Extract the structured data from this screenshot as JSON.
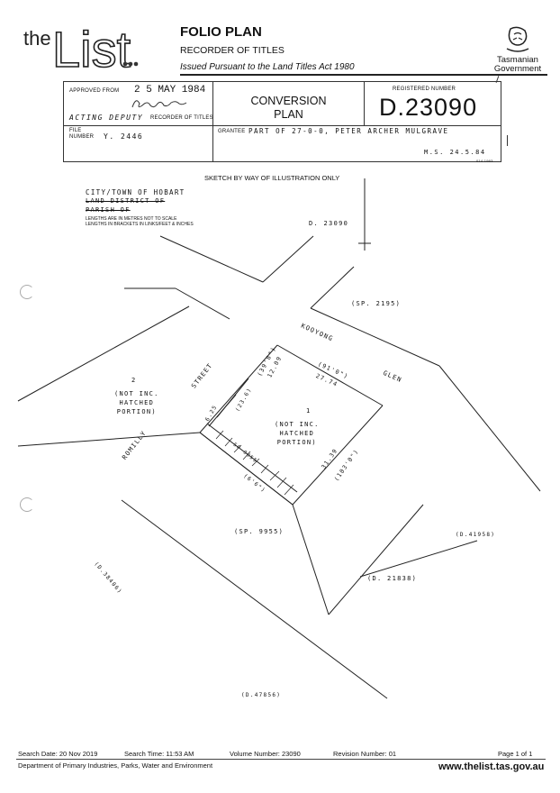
{
  "header": {
    "logo_text": "the List",
    "title": "FOLIO PLAN",
    "subtitle": "RECORDER OF TITLES",
    "issued": "Issued Pursuant to the Land Titles Act 1980",
    "gov_line1": "Tasmanian",
    "gov_line2": "Government"
  },
  "form": {
    "approved_label": "APPROVED FROM",
    "approved_date": "2 5 MAY 1984",
    "signature": "B Brook",
    "acting_deputy": "ACTING DEPUTY",
    "recorder_label": "RECORDER OF TITLES",
    "file_label_1": "FILE",
    "file_label_2": "NUMBER",
    "file_number": "Y. 2446",
    "conversion_1": "CONVERSION",
    "conversion_2": "PLAN",
    "registered_label": "REGISTERED NUMBER",
    "registered_number": "D.23090",
    "grantee_label": "GRANTEE",
    "grantee": "PART OF 27-0-0, PETER ARCHER MULGRAVE",
    "ms": "M.S.  24.5.84",
    "code": "014-1993"
  },
  "plan": {
    "sketch_note": "SKETCH BY WAY OF ILLUSTRATION ONLY",
    "city_line": "CITY/TOWN OF HOBART",
    "land_district": "LAND DISTRICT OF",
    "parish": "PARISH OF",
    "lengths_1": "LENGTHS ARE IN METRES  NOT TO SCALE",
    "lengths_2": "LENGTHS IN BRACKETS IN LINKS/FEET & INCHES",
    "d23090": "D. 23090",
    "sp2195": "(SP. 2195)",
    "kooyong": "KOOYONG",
    "glen": "GLEN",
    "street": "STREET",
    "romilly": "ROMILLY",
    "lot2_num": "2",
    "lot2_note_1": "(NOT INC.",
    "lot2_note_2": "HATCHED",
    "lot2_note_3": "PORTION)",
    "lot1_num": "1",
    "lot1_note_1": "(NOT INC.",
    "lot1_note_2": "HATCHED",
    "lot1_note_3": "PORTION)",
    "dim_39_8": "(39'8\")",
    "dim_12_09": "12.09",
    "dim_91_0": "(91'0\")",
    "dim_27_74": "27.74",
    "dim_31_39": "31.39",
    "dim_103_0": "(103'0\")",
    "dim_23_6": "(23.6)",
    "dim_6_25": "6.25",
    "dim_sp9955": "SP 9955",
    "dim_6_6": "(6'6\")",
    "sp9955": "(SP. 9955)",
    "d41958": "(D.41958)",
    "d21838": "(D. 21838)",
    "d38406": "(D.38406)",
    "d47856": "(D.47856)"
  },
  "footer": {
    "search_date": "Search Date: 20 Nov 2019",
    "search_time": "Search Time: 11:53 AM",
    "volume": "Volume Number: 23090",
    "revision": "Revision Number: 01",
    "page": "Page 1 of 1",
    "department": "Department of Primary Industries, Parks, Water and Environment",
    "website": "www.thelist.tas.gov.au"
  }
}
